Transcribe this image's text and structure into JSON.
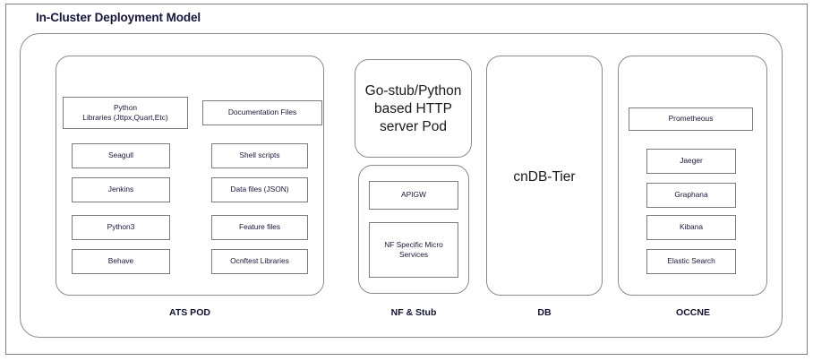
{
  "diagram": {
    "title": "In-Cluster Deployment Model",
    "colors": {
      "text": "#16163a",
      "border": "#808080",
      "background": "#ffffff"
    }
  },
  "tiers": [
    {
      "id": "ats-pod",
      "label": "ATS POD"
    },
    {
      "id": "nf-stub",
      "label": "NF  & Stub"
    },
    {
      "id": "db",
      "label": "DB"
    },
    {
      "id": "occne",
      "label": "OCCNE"
    }
  ],
  "ats_pod": {
    "label": "ATS POD",
    "left_column": [
      {
        "label": "Python\nLibraries (Jttpx,Quart,Etc)",
        "line1": "Python",
        "line2": "Libraries (Jttpx,Quart,Etc)"
      },
      {
        "label": "Seagull"
      },
      {
        "label": "Jenkins"
      },
      {
        "label": "Python3"
      },
      {
        "label": "Behave"
      }
    ],
    "right_column": [
      {
        "label": "Documentation Files"
      },
      {
        "label": "Shell scripts"
      },
      {
        "label": "Data files (JSON)"
      },
      {
        "label": "Feature files"
      },
      {
        "label": "Ocnftest Libraries"
      }
    ]
  },
  "nf_stub": {
    "label": "NF  & Stub",
    "server_pod": {
      "line1": "Go-stub/Python",
      "line2": "based HTTP",
      "line3": "server Pod"
    },
    "items": [
      {
        "label": "APIGW"
      },
      {
        "line1": "NF Specific Micro",
        "line2": "Services"
      }
    ]
  },
  "db": {
    "label": "DB",
    "caption": "cnDB-Tier"
  },
  "occne": {
    "label": "OCCNE",
    "items": [
      {
        "label": "Prometheous"
      },
      {
        "label": "Jaeger"
      },
      {
        "label": "Graphana"
      },
      {
        "label": "Kibana"
      },
      {
        "label": "Elastic Search"
      }
    ]
  }
}
